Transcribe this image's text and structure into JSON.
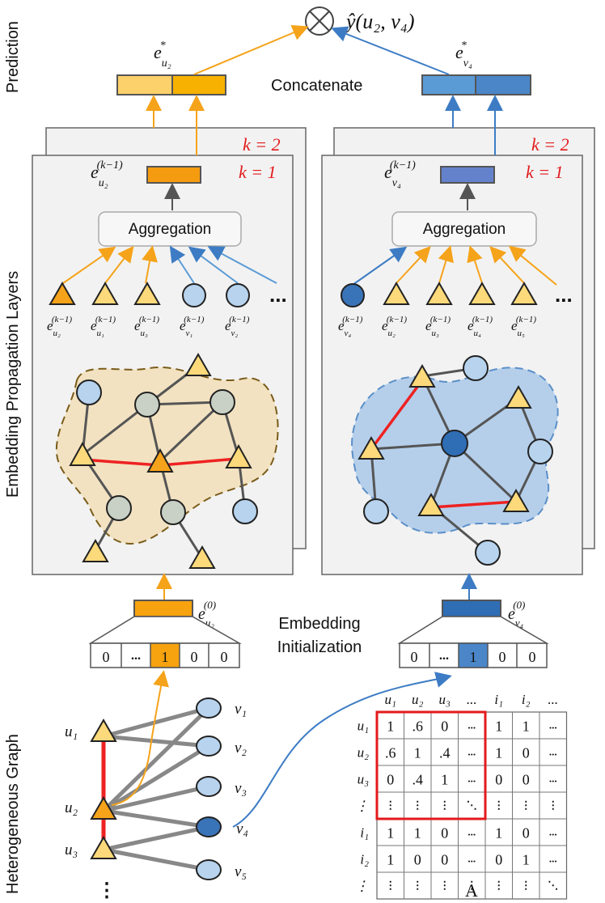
{
  "side_labels": {
    "prediction": "Prediction",
    "propagation": "Embedding Propagation Layers",
    "graph": "Heterogeneous Graph"
  },
  "prediction": {
    "symbol": "⊗",
    "output": "ŷ(u₂, v₄)"
  },
  "concatenate": "Concatenate",
  "final_user": {
    "base": "e",
    "sup": "*",
    "sub": "u₂"
  },
  "final_item": {
    "base": "e",
    "sup": "*",
    "sub": "v₄"
  },
  "layer_labels": {
    "k2": "k = 2",
    "k1": "k = 1"
  },
  "aggregation": "Aggregation",
  "left_panel": {
    "emb_base": "e",
    "emb_sup": "(k−1)",
    "emb_sub": "u₂",
    "neighbors": [
      {
        "sub": "u₂"
      },
      {
        "sub": "u₁"
      },
      {
        "sub": "u₃"
      },
      {
        "sub": "v₁"
      },
      {
        "sub": "v₂"
      }
    ],
    "neighbor_sup": "(k−1)",
    "ellipsis": "..."
  },
  "right_panel": {
    "emb_base": "e",
    "emb_sup": "(k−1)",
    "emb_sub": "v₄",
    "neighbors": [
      {
        "sub": "v₄"
      },
      {
        "sub": "u₂"
      },
      {
        "sub": "u₃"
      },
      {
        "sub": "u₄"
      },
      {
        "sub": "u₅"
      }
    ],
    "neighbor_sup": "(k−1)",
    "ellipsis": "..."
  },
  "init": {
    "title_line1": "Embedding",
    "title_line2": "Initialization",
    "user_emb": {
      "base": "e",
      "sup": "(0)",
      "sub": "u₂"
    },
    "item_emb": {
      "base": "e",
      "sup": "(0)",
      "sub": "v₄"
    },
    "user_vector": [
      "0",
      "...",
      "1",
      "0",
      "0"
    ],
    "item_vector": [
      "0",
      "...",
      "1",
      "0",
      "0"
    ]
  },
  "graph": {
    "users": [
      "u₁",
      "u₂",
      "u₃"
    ],
    "items": [
      "v₁",
      "v₂",
      "v₃",
      "v₄",
      "v₅"
    ],
    "more": "⋮"
  },
  "matrix": {
    "col_headers": [
      "u₁",
      "u₂",
      "u₃",
      "...",
      "i₁",
      "i₂",
      "..."
    ],
    "row_headers": [
      "u₁",
      "u₂",
      "u₃",
      "⋮",
      "i₁",
      "i₂",
      "⋮"
    ],
    "rows": [
      [
        "1",
        ".6",
        "0",
        "...",
        "1",
        "1",
        "..."
      ],
      [
        ".6",
        "1",
        ".4",
        "...",
        "1",
        "0",
        "..."
      ],
      [
        "0",
        ".4",
        "1",
        "...",
        "0",
        "0",
        "..."
      ],
      [
        "⋮",
        "⋮",
        "⋮",
        "⋱",
        "⋮",
        "⋮",
        "⋮"
      ],
      [
        "1",
        "1",
        "0",
        "...",
        "1",
        "0",
        "..."
      ],
      [
        "1",
        "0",
        "0",
        "...",
        "0",
        "1",
        "..."
      ],
      [
        "⋮",
        "⋮",
        "⋮",
        "⋮",
        "⋮",
        "⋮",
        "⋱"
      ]
    ],
    "caption": "A"
  },
  "colors": {
    "user_orange": "#f5a31a",
    "user_light": "#fcd97a",
    "item_blue": "#4a86c8",
    "item_light": "#aecbea",
    "edge_red": "#ee2222",
    "panel_fill": "#f2f2f2"
  }
}
